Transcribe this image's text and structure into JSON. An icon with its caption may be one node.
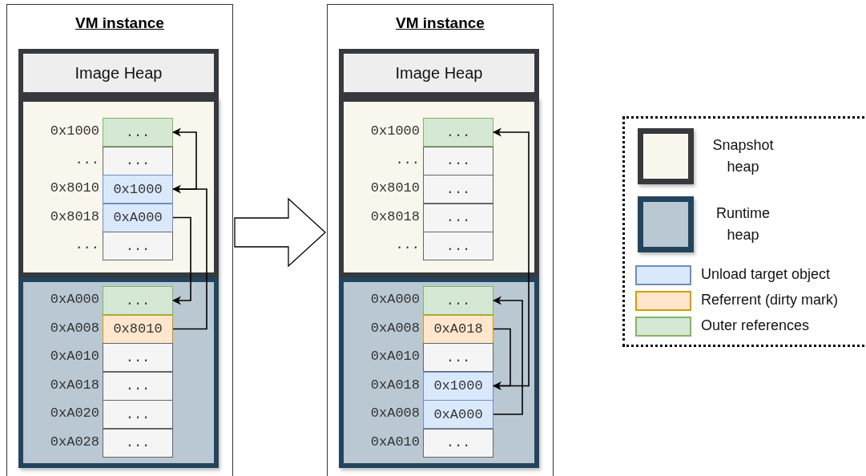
{
  "diagram": {
    "nodes": [
      {
        "text": [
          "VM instance"
        ]
      },
      {
        "text": [
          "Image Heap"
        ],
        "in": 0
      },
      {
        "text": [],
        "shape": "box",
        "in": 0
      },
      {
        "text": [
          "..."
        ],
        "beside": [
          "0x1000"
        ],
        "in": 2
      },
      {
        "text": [
          "..."
        ],
        "beside": [
          "..."
        ],
        "in": 2
      },
      {
        "text": [
          "0x1000"
        ],
        "beside": [
          "0x8010"
        ],
        "in": 2
      },
      {
        "text": [
          "0xA000"
        ],
        "beside": [
          "0x8018"
        ],
        "in": 2
      },
      {
        "text": [
          "..."
        ],
        "beside": [
          "..."
        ],
        "in": 2
      },
      {
        "text": [],
        "shape": "box",
        "in": 0
      },
      {
        "text": [
          "..."
        ],
        "beside": [
          "0xA000"
        ],
        "in": 8
      },
      {
        "text": [
          "0x8010"
        ],
        "beside": [
          "0xA008"
        ],
        "in": 8
      },
      {
        "text": [
          "..."
        ],
        "beside": [
          "0xA010"
        ],
        "in": 8
      },
      {
        "text": [
          "..."
        ],
        "beside": [
          "0xA018"
        ],
        "in": 8
      },
      {
        "text": [
          "..."
        ],
        "beside": [
          "0xA020"
        ],
        "in": 8
      },
      {
        "text": [
          "..."
        ],
        "beside": [
          "0xA028"
        ],
        "in": 8
      },
      {
        "text": [
          "VM instance"
        ]
      },
      {
        "text": [
          "Image Heap"
        ],
        "in": 15
      },
      {
        "text": [],
        "shape": "box",
        "in": 15
      },
      {
        "text": [
          "..."
        ],
        "beside": [
          "0x1000"
        ],
        "in": 17
      },
      {
        "text": [
          "..."
        ],
        "beside": [
          "..."
        ],
        "in": 17
      },
      {
        "text": [
          "..."
        ],
        "beside": [
          "0x8010"
        ],
        "in": 17
      },
      {
        "text": [
          "..."
        ],
        "beside": [
          "0x8018"
        ],
        "in": 17
      },
      {
        "text": [
          "..."
        ],
        "beside": [
          "..."
        ],
        "in": 17
      },
      {
        "text": [],
        "shape": "box",
        "in": 15
      },
      {
        "text": [
          "..."
        ],
        "beside": [
          "0xA000"
        ],
        "in": 23
      },
      {
        "text": [
          "0xA018"
        ],
        "beside": [
          "0xA008"
        ],
        "in": 23
      },
      {
        "text": [
          "..."
        ],
        "beside": [
          "0xA010"
        ],
        "in": 23
      },
      {
        "text": [
          "0x1000"
        ],
        "beside": [
          "0xA018"
        ],
        "in": 23
      },
      {
        "text": [
          "0xA000"
        ],
        "beside": [
          "0xA008"
        ],
        "in": 23
      },
      {
        "text": [
          "..."
        ],
        "beside": [
          "0xA010"
        ],
        "in": 23
      }
    ],
    "edges": [
      {
        "from": 0,
        "to": 15,
        "arrow": "to"
      },
      {
        "from": 5,
        "to": 3,
        "arrow": "to"
      },
      {
        "from": 6,
        "to": 9,
        "arrow": "to"
      },
      {
        "from": 10,
        "to": 5,
        "arrow": "to"
      },
      {
        "from": 27,
        "to": 18,
        "arrow": "to"
      },
      {
        "from": 25,
        "to": 27,
        "arrow": "to"
      },
      {
        "from": 28,
        "to": 24,
        "arrow": "to"
      }
    ],
    "legend": [
      {
        "text": "Snapshot heap"
      },
      {
        "text": "Runtime heap"
      },
      {
        "text": "Unload target object",
        "color": "#dae8fc"
      },
      {
        "text": "Referrent (dirty mark)",
        "color": "#ffe6cc"
      },
      {
        "text": "Outer references",
        "color": "#d5e8d4"
      }
    ]
  }
}
